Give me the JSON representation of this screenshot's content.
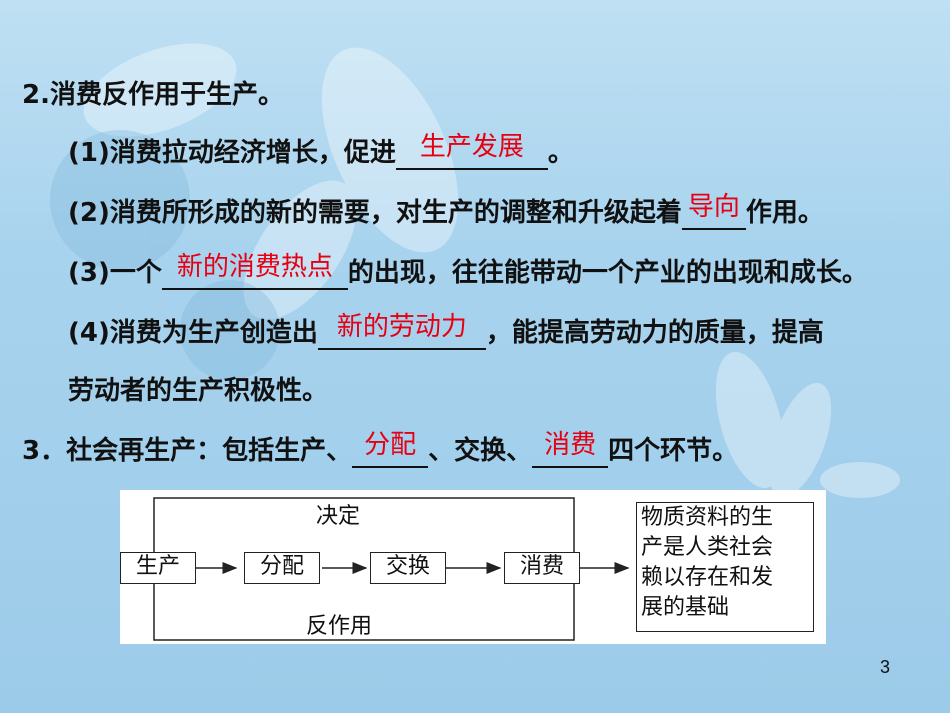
{
  "lines": {
    "l2": "2.消费反作用于生产。",
    "l2_1_pre": "(1)消费拉动经济增长，促进",
    "l2_1_ans": "生产发展",
    "l2_1_post": "。",
    "l2_2_pre": "(2)消费所形成的新的需要，对生产的调整和升级起着",
    "l2_2_ans": "导向",
    "l2_2_post": "作用。",
    "l2_3_pre": "(3)一个",
    "l2_3_ans": "新的消费热点",
    "l2_3_post": "的出现，往往能带动一个产业的出现和成长。",
    "l2_4_pre": "(4)消费为生产创造出",
    "l2_4_ans": "新的劳动力",
    "l2_4_post": "，能提高劳动力的质量，提高",
    "l2_4_cont": "劳动者的生产积极性。",
    "l3_pre": "3．社会再生产：包括生产、",
    "l3_ans1": "分配",
    "l3_mid": "、交换、",
    "l3_ans2": "消费",
    "l3_post": "四个环节。"
  },
  "diagram": {
    "top_label": "决定",
    "bottom_label": "反作用",
    "nodes": [
      "生产",
      "分配",
      "交换",
      "消费"
    ],
    "result_lines": [
      "物质资料的生",
      "产是人类社会",
      "赖以存在和发",
      "展的基础"
    ]
  },
  "page_number": "3",
  "colors": {
    "answer": "#e60012",
    "background": "#a8d3ee"
  }
}
